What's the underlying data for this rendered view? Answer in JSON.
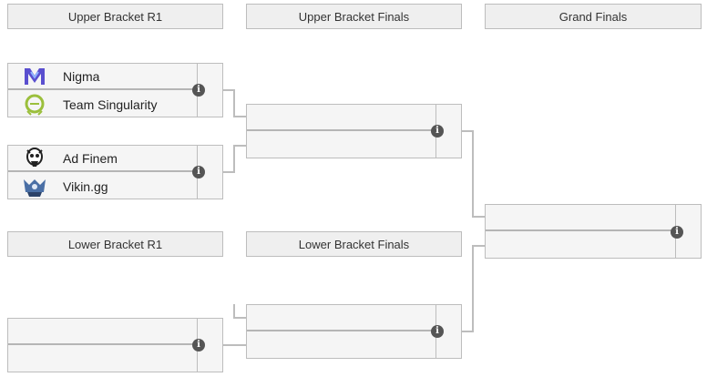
{
  "headers": {
    "upper_r1": "Upper Bracket R1",
    "upper_finals": "Upper Bracket Finals",
    "grand_finals": "Grand Finals",
    "lower_r1": "Lower Bracket R1",
    "lower_finals": "Lower Bracket Finals"
  },
  "matches": {
    "ub_r1_m1": {
      "team1": "Nigma",
      "team2": "Team Singularity"
    },
    "ub_r1_m2": {
      "team1": "Ad Finem",
      "team2": "Vikin.gg"
    }
  },
  "info_glyph": "i",
  "icons": [
    "nigma-logo",
    "team-singularity-logo",
    "ad-finem-logo",
    "vikin-gg-logo",
    "info-icon"
  ],
  "colors": {
    "header_bg": "#efefef",
    "border": "#bdbdbd",
    "info_icon": "#555555",
    "connector": "#bdbdbd"
  }
}
